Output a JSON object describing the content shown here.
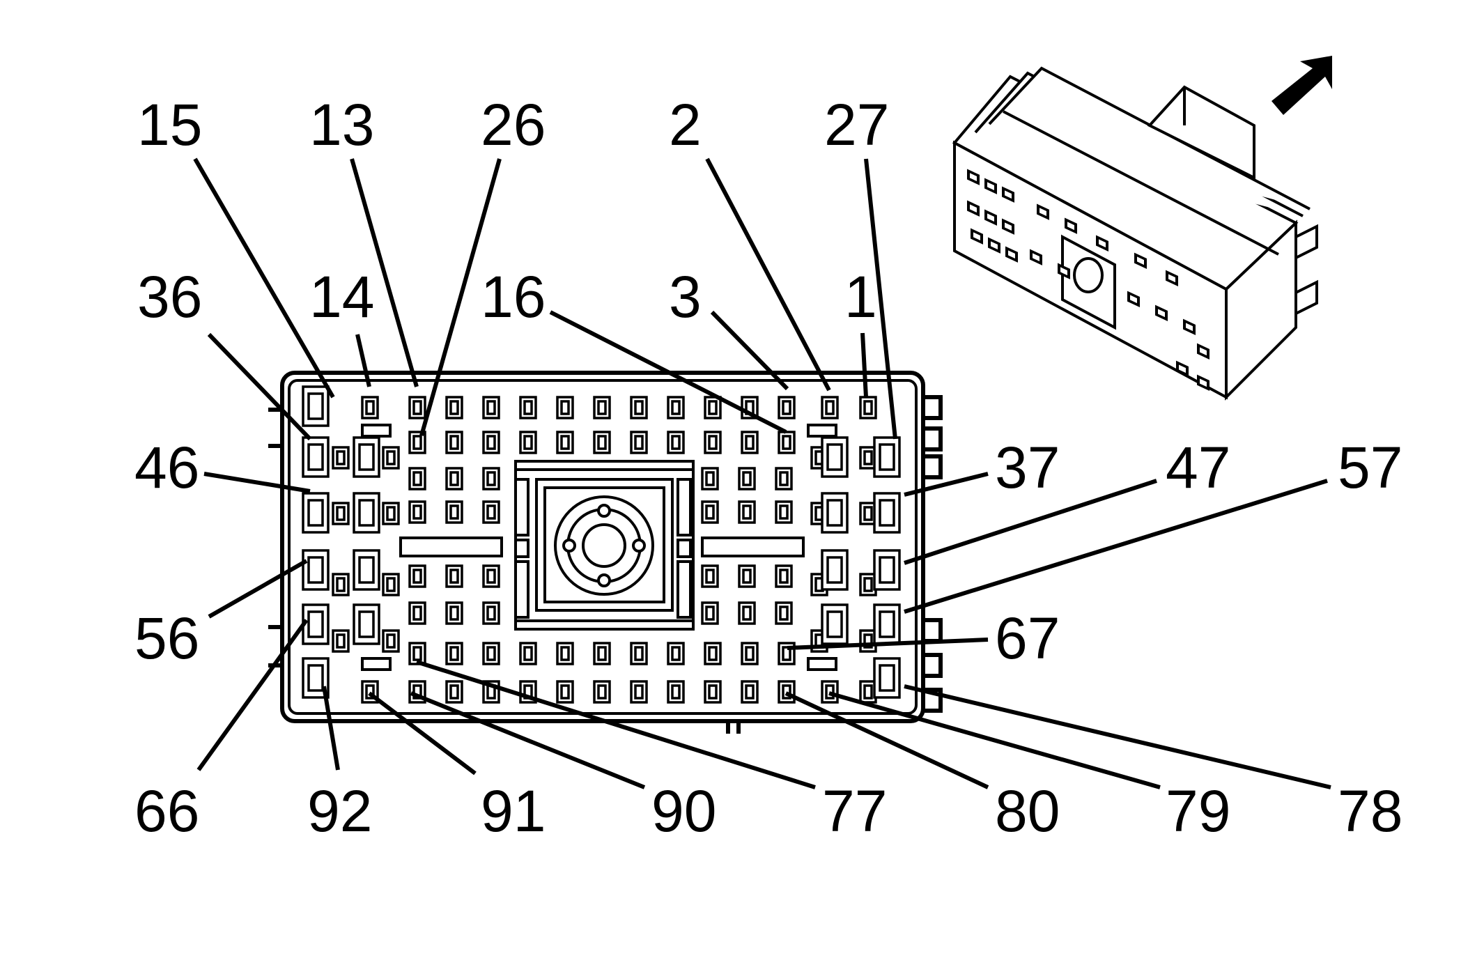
{
  "diagram": {
    "pin_labels": {
      "p15": "15",
      "p13": "13",
      "p26": "26",
      "p2": "2",
      "p27": "27",
      "p36": "36",
      "p14": "14",
      "p16": "16",
      "p3": "3",
      "p1": "1",
      "p46": "46",
      "p37": "37",
      "p47": "47",
      "p57": "57",
      "p56": "56",
      "p67": "67",
      "p66": "66",
      "p92": "92",
      "p91": "91",
      "p90": "90",
      "p77": "77",
      "p80": "80",
      "p79": "79",
      "p78": "78"
    },
    "line_color": "#000000",
    "background_color": "#ffffff",
    "icons": [
      "connector-face-icon",
      "connector-isometric-icon",
      "direction-arrow-icon"
    ]
  }
}
